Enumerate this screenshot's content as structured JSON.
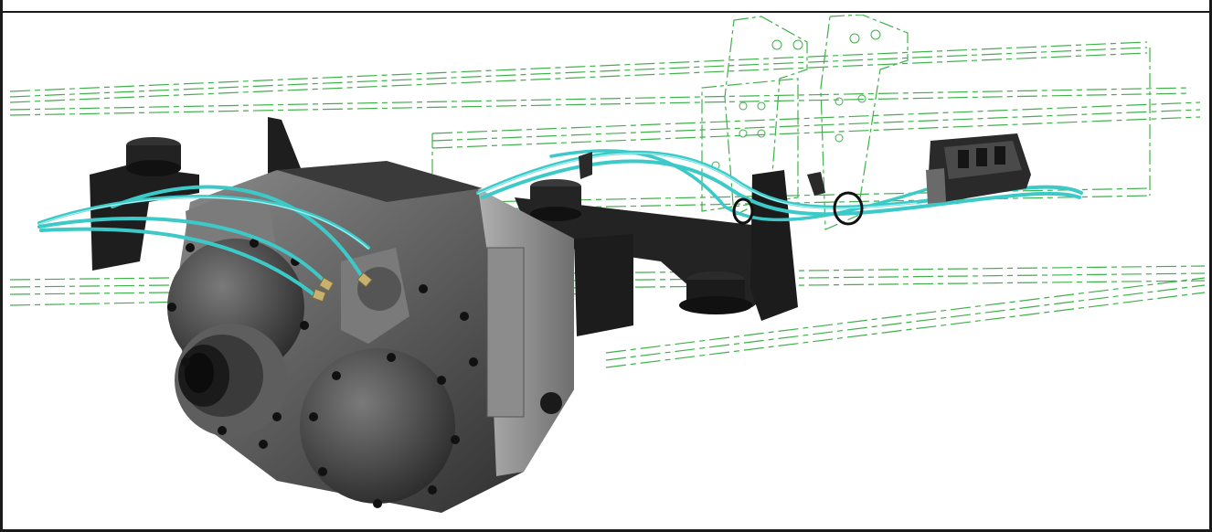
{
  "figure": {
    "view": "isometric-3d",
    "colors": {
      "frame_line": "#3fb04a",
      "hose": "#3ec9c9",
      "hose_highlight": "#a8f0ef",
      "housing_dark": "#2b2b2b",
      "housing_mid": "#6a6a6a",
      "housing_light": "#9a9a9a",
      "bracket": "#1e1e1e",
      "border": "#1a1a1a"
    },
    "components": [
      {
        "name": "pto-gearbox-housing"
      },
      {
        "name": "mounting-bracket-crossmember"
      },
      {
        "name": "rubber-mount-left"
      },
      {
        "name": "rubber-mount-center"
      },
      {
        "name": "rubber-mount-right"
      },
      {
        "name": "chassis-rail-wireframe"
      },
      {
        "name": "hydraulic-hoses"
      },
      {
        "name": "hose-clamp"
      },
      {
        "name": "valve-block"
      },
      {
        "name": "output-shaft-flange"
      }
    ]
  }
}
